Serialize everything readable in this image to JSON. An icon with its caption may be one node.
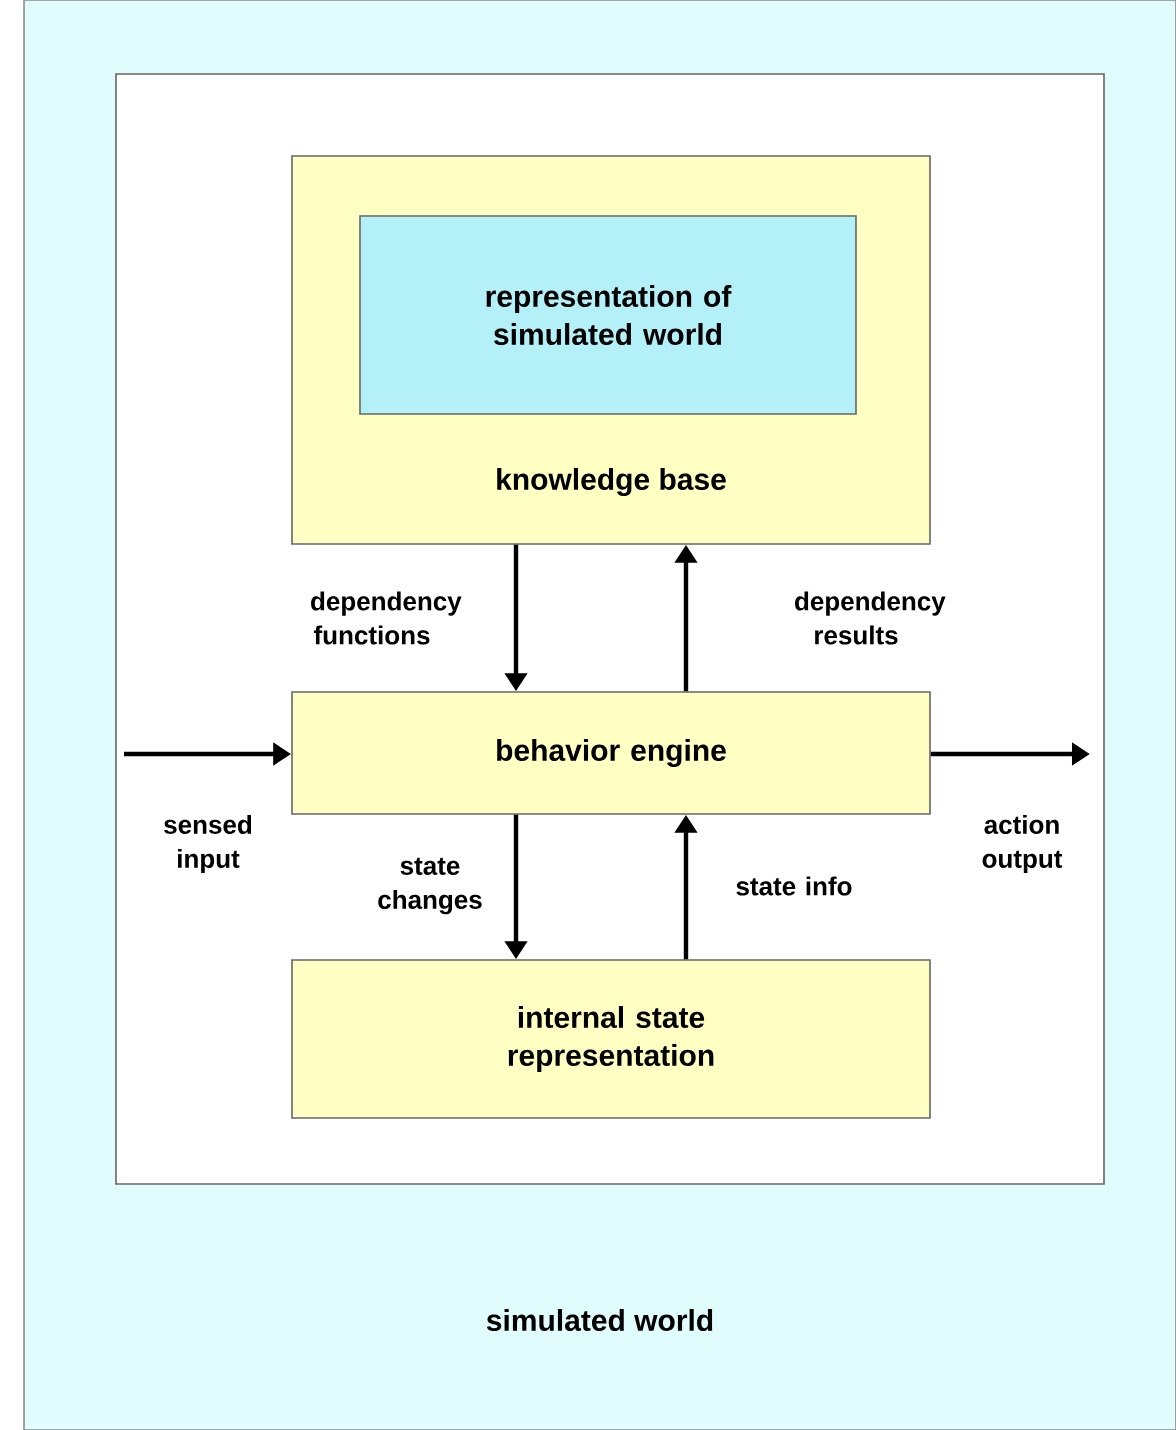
{
  "diagram": {
    "nodes": [
      {
        "text": [
          "simulated world"
        ]
      },
      {
        "text": [],
        "shape": "box",
        "in": 0
      },
      {
        "text": [
          "knowledge base"
        ],
        "in": 1
      },
      {
        "text": [
          "representation of simulated world"
        ],
        "in": 2
      },
      {
        "text": [
          "behavior engine"
        ],
        "in": 1
      },
      {
        "text": [
          "internal state representation"
        ],
        "in": 1
      }
    ],
    "edges": [
      {
        "from": 2,
        "to": 4,
        "arrow": "to",
        "label": "dependency functions"
      },
      {
        "from": 4,
        "to": 2,
        "arrow": "to",
        "label": "dependency results"
      },
      {
        "from": null,
        "to": 4,
        "arrow": "to",
        "label": "sensed input"
      },
      {
        "from": 4,
        "to": null,
        "arrow": "to",
        "label": "action output"
      },
      {
        "from": 4,
        "to": 5,
        "arrow": "to",
        "label": "state changes"
      },
      {
        "from": 5,
        "to": 4,
        "arrow": "to",
        "label": "state info"
      }
    ]
  }
}
